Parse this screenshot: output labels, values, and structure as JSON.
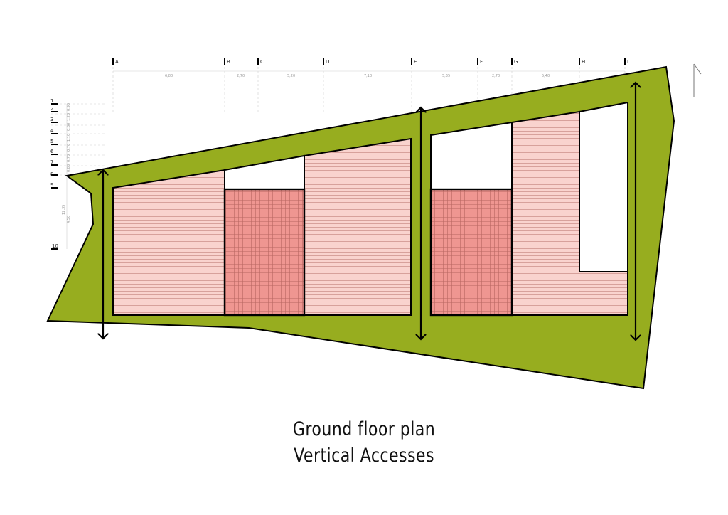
{
  "caption": {
    "line1": "Ground floor plan",
    "line2": "Vertical Accesses"
  },
  "grid_columns": [
    "A",
    "B",
    "C",
    "D",
    "E",
    "F",
    "G",
    "H",
    "I"
  ],
  "column_dimensions": [
    "6,80",
    "2,70",
    "5,20",
    "7,10",
    "5,35",
    "2,70",
    "5,40"
  ],
  "grid_rows": [
    "1",
    "2",
    "3",
    "4",
    "5",
    "6",
    "7",
    "8",
    "9",
    "10"
  ],
  "row_dimensions": [
    "0,90",
    "1,20",
    "0,80",
    "1,10",
    "0,70",
    "0,70",
    "0,80",
    "12,35",
    "4,50"
  ],
  "colors": {
    "site": "#97ad1f",
    "stripe_fill": "#f9d3ce",
    "stripe_line": "#c98b85",
    "grid_fill": "#ef9691",
    "grid_line": "#b86661",
    "outline": "#000000",
    "void": "#ffffff"
  },
  "icons": {
    "access": "double-arrow-vertical-icon",
    "north": "north-arrow-icon"
  },
  "vertical_accesses_count": 3
}
